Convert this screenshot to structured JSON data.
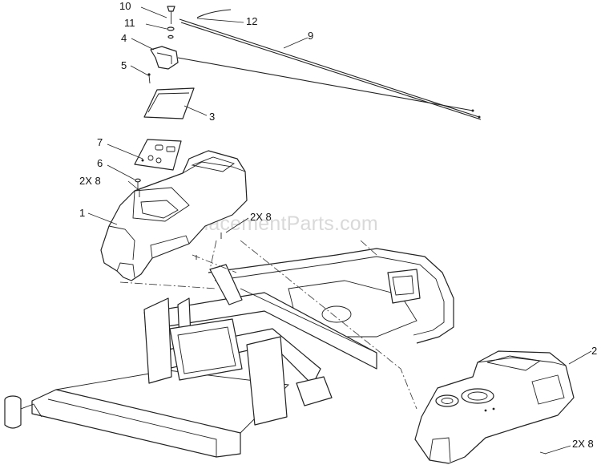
{
  "watermark": "eReplacementParts.com",
  "callouts": {
    "c1": "1",
    "c2": "2",
    "c3": "3",
    "c4": "4",
    "c5": "5",
    "c6": "6",
    "c7": "7",
    "c8a": "2X 8",
    "c8b": "2X 8",
    "c8c": "2X 8",
    "c9": "9",
    "c10": "10",
    "c11": "11",
    "c12": "12"
  }
}
